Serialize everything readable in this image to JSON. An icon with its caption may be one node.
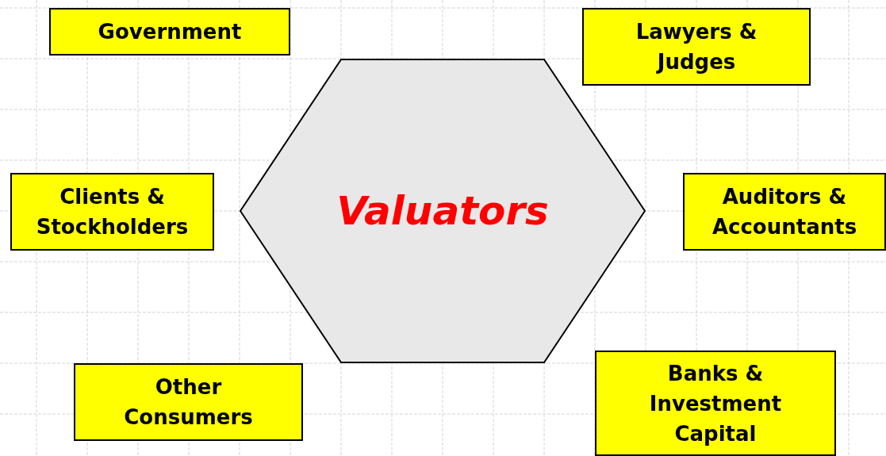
{
  "diagram": {
    "nodes": [
      {
        "text": [
          "Government"
        ]
      },
      {
        "text": [
          "Lawyers & Judges"
        ]
      },
      {
        "text": [
          "Valuators"
        ]
      },
      {
        "text": [
          "Clients & Stockholders"
        ]
      },
      {
        "text": [
          "Auditors & Accountants"
        ]
      },
      {
        "text": [
          "Other Consumers"
        ]
      },
      {
        "text": [
          "Banks & Investment Capital"
        ]
      }
    ]
  }
}
